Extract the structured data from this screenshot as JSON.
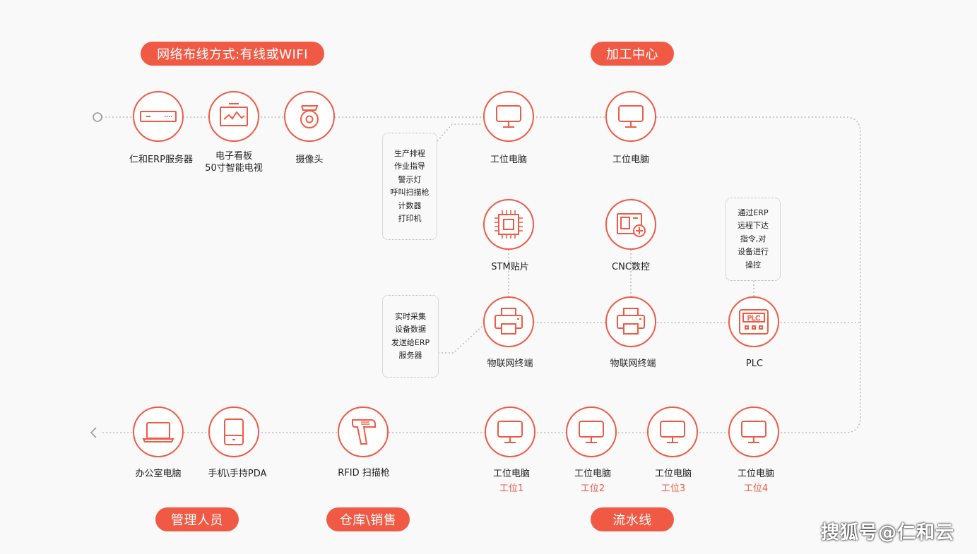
{
  "colors": {
    "accent": "#f05a45",
    "line": "#bdbdbd",
    "background": "#f9f9f9"
  },
  "pills": {
    "network": "网络布线方式:有线或WIFI",
    "processing_center": "加工中心",
    "managers": "管理人员",
    "warehouse_sales": "仓库\\销售",
    "assembly_line": "流水线"
  },
  "nodes": {
    "erp_server": {
      "label": "仁和ERP服务器",
      "icon": "server-icon"
    },
    "e_board": {
      "label_line1": "电子看板",
      "label_line2": "50寸智能电视",
      "icon": "tv-board-icon"
    },
    "camera": {
      "label": "摄像头",
      "icon": "camera-icon"
    },
    "workstation_pc_1": {
      "label": "工位电脑",
      "icon": "monitor-icon"
    },
    "workstation_pc_2": {
      "label": "工位电脑",
      "icon": "monitor-icon"
    },
    "stm_placement": {
      "label": "STM贴片",
      "icon": "chip-icon"
    },
    "cnc": {
      "label": "CNC数控",
      "icon": "cnc-icon"
    },
    "iot_terminal_1": {
      "label": "物联网终端",
      "icon": "printer-icon"
    },
    "iot_terminal_2": {
      "label": "物联网终端",
      "icon": "printer-icon"
    },
    "plc": {
      "label": "PLC",
      "icon": "plc-icon"
    },
    "office_pc": {
      "label": "办公室电脑",
      "icon": "laptop-icon"
    },
    "mobile_pda": {
      "label": "手机\\手持PDA",
      "icon": "tablet-icon"
    },
    "rfid_scanner": {
      "label": "RFID 扫描枪",
      "icon": "scanner-icon"
    },
    "line_pc_1": {
      "label": "工位电脑",
      "sub": "工位1",
      "icon": "monitor-icon"
    },
    "line_pc_2": {
      "label": "工位电脑",
      "sub": "工位2",
      "icon": "monitor-icon"
    },
    "line_pc_3": {
      "label": "工位电脑",
      "sub": "工位3",
      "icon": "monitor-icon"
    },
    "line_pc_4": {
      "label": "工位电脑",
      "sub": "工位4",
      "icon": "monitor-icon"
    }
  },
  "notes": {
    "workstation_functions": [
      "生产排程",
      "作业指导",
      "警示灯",
      "呼叫扫描枪",
      "计数器",
      "打印机"
    ],
    "realtime_collection": [
      "实时采集",
      "设备数据",
      "发送给ERP",
      "服务器"
    ],
    "plc_control": [
      "通过ERP",
      "远程下达",
      "指令,对",
      "设备进行",
      "操控"
    ]
  },
  "watermark": "搜狐号@仁和云"
}
